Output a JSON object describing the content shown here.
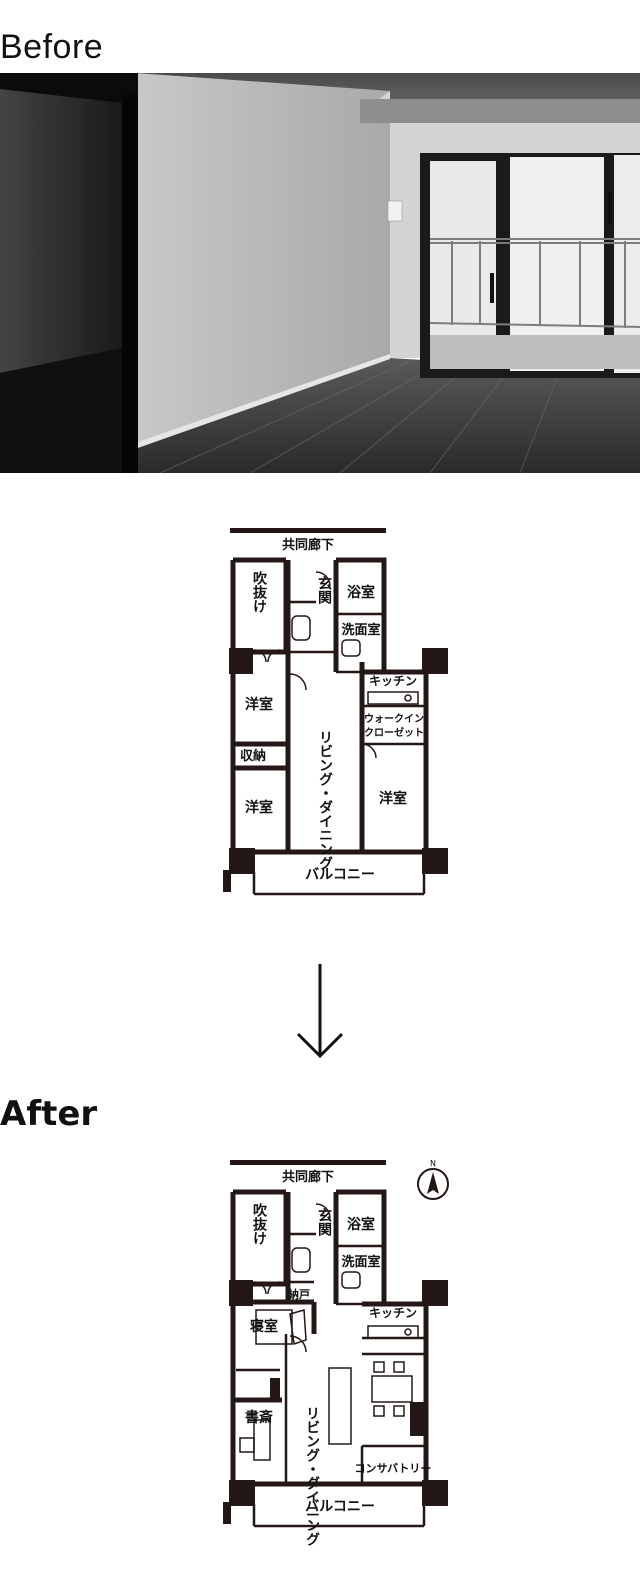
{
  "before": {
    "heading": "Before",
    "plan": {
      "corridor": "共同廊下",
      "stairwell": "吹抜け",
      "entrance": "玄関",
      "bath": "浴室",
      "washroom": "洗面室",
      "kitchen": "キッチン",
      "western_room_top": "洋室",
      "walk_in_closet_line1": "ウォークイン",
      "walk_in_closet_line2": "クローゼット",
      "storage": "収納",
      "living_dining": "リビング・ダイニング",
      "western_room_bottom": "洋室",
      "western_room_right": "洋室",
      "balcony": "バルコニー"
    }
  },
  "after": {
    "heading": "After",
    "plan": {
      "corridor": "共同廊下",
      "compass": "N",
      "stairwell": "吹抜け",
      "entrance": "玄関",
      "bath": "浴室",
      "washroom": "洗面室",
      "closet": "納戸",
      "kitchen": "キッチン",
      "bedroom": "寝室",
      "study": "書斎",
      "living_dining": "リビング・ダイニング",
      "conservatory": "コンサバトリー",
      "balcony": "バルコニー"
    }
  },
  "colors": {
    "wall": "#231815",
    "photo_dark": "#0b0b0b",
    "photo_wall": "#b9b9b9"
  }
}
